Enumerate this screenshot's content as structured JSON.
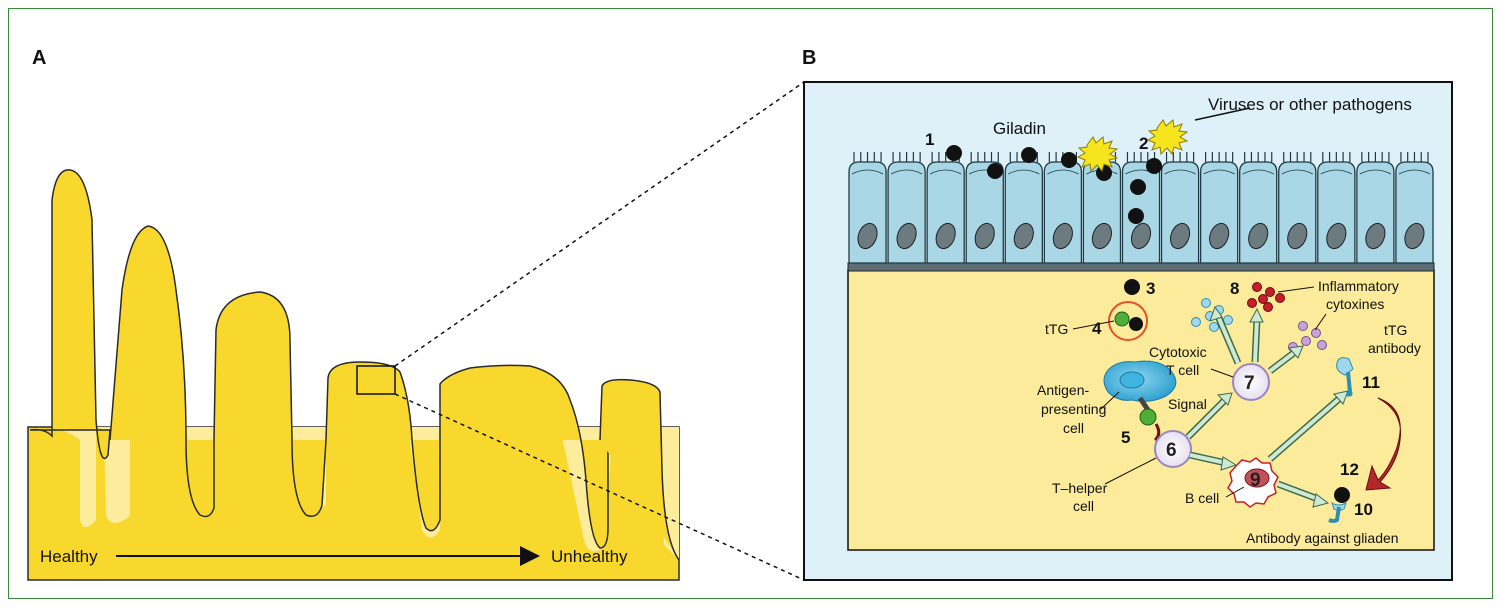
{
  "panel_a": {
    "letter": "A",
    "healthy_label": "Healthy",
    "unhealthy_label": "Unhealthy"
  },
  "panel_b": {
    "letter": "B",
    "labels": {
      "giladin": "Giladin",
      "pathogens": "Viruses or other pathogens",
      "ttg": "tTG",
      "inflammatory_1": "Inflammatory",
      "inflammatory_2": "cytoxines",
      "ttg_antibody_1": "tTG",
      "ttg_antibody_2": "antibody",
      "cytotoxic_1": "Cytotoxic",
      "cytotoxic_2": "T cell",
      "antigen_1": "Antigen-",
      "antigen_2": "presenting",
      "antigen_3": "cell",
      "signal": "Signal",
      "t_helper_1": "T–helper",
      "t_helper_2": "cell",
      "b_cell": "B cell",
      "antibody_gliaden": "Antibody against gliaden"
    },
    "numbers": {
      "n1": "1",
      "n2": "2",
      "n3": "3",
      "n4": "4",
      "n5": "5",
      "n6": "6",
      "n7": "7",
      "n8": "8",
      "n9": "9",
      "n10": "10",
      "n11": "11",
      "n12": "12"
    }
  },
  "colors": {
    "villi_yellow": "#f9d82e",
    "crypt_light_yellow": "#fcec9c",
    "lamina_yellow": "#fbeb9a",
    "panel_b_bg": "#dff1f8",
    "epithelial_blue": "#a9d7e6",
    "nucleus_gray": "#6b7b80",
    "gliadin_black": "#111111",
    "pathogen_yellow": "#f6e51e",
    "tTG_ring_red": "#e8502a",
    "green": "#4fae3a",
    "arrow_fill": "#cfe9d5",
    "curved_arrow_red": "#b3262a"
  }
}
